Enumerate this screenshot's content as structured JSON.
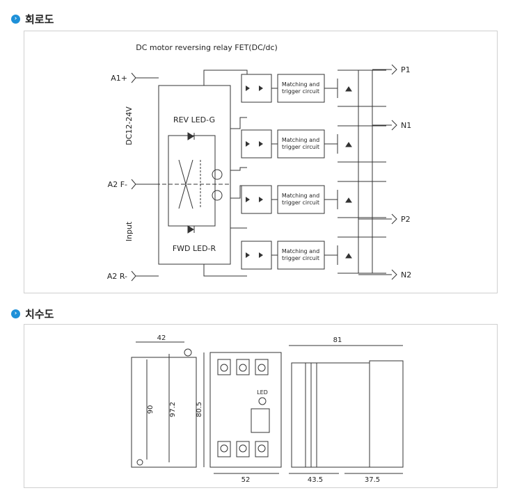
{
  "sections": [
    {
      "title": "회로도",
      "bullet_icon": "chevron-right-icon"
    },
    {
      "title": "치수도",
      "bullet_icon": "chevron-right-icon"
    }
  ],
  "circuit": {
    "title": "DC motor reversing relay FET(DC/dc)",
    "inputs": [
      "A1+",
      "A2 F-",
      "A2 R-"
    ],
    "outputs": [
      "P1",
      "N1",
      "P2",
      "N2"
    ],
    "supply_label": "DC12-24V",
    "input_label": "Input",
    "rev_led": "REV LED-G",
    "fwd_led": "FWD LED-R",
    "block_label_line1": "Matching and",
    "block_label_line2": "trigger circuit"
  },
  "dimensions": {
    "front_width": "42",
    "front_inner_height": "90",
    "front_height": "97.2",
    "body_height": "80.5",
    "body_width": "52",
    "side_depth": "81",
    "side_front": "43.5",
    "side_rear": "37.5",
    "led_label": "LED"
  },
  "colors": {
    "accent": "#1e90d8",
    "line": "#333333",
    "border": "#cfcfcf"
  }
}
